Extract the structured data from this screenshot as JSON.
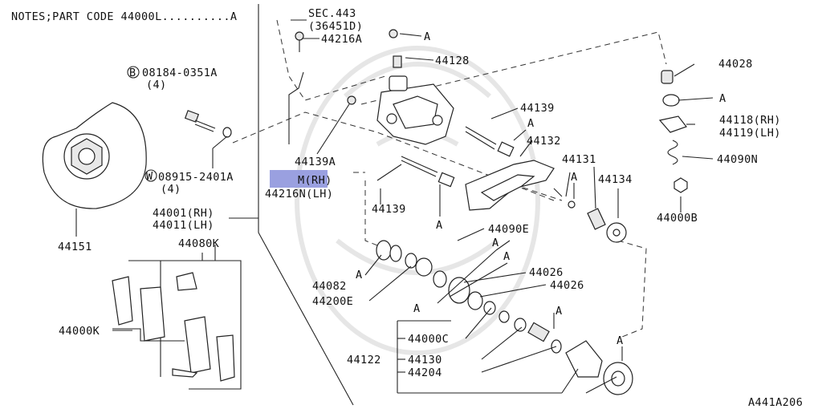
{
  "notes": "NOTES;PART CODE 44000L..........A",
  "figure_code": "A441A206",
  "labels": {
    "sec443": "SEC.443",
    "sec443_sub": "(36451D)",
    "p44216A": "44216A",
    "p44128": "44128",
    "p44028": "44028",
    "p08184": "08184-0351A",
    "p08184_qty": "(4)",
    "p44139_top": "44139",
    "p44132": "44132",
    "p44131": "44131",
    "p44134": "44134",
    "p44118": "44118(RH)",
    "p44119": "44119(LH)",
    "p44090N": "44090N",
    "p44000B": "44000B",
    "p44139A": "44139A",
    "p08915": "08915-2401A",
    "p08915_qty": "(4)",
    "p44216M_suffix": "M(RH)",
    "p44216N": "44216N(LH)",
    "p44139_mid": "44139",
    "p44001": "44001(RH)",
    "p44011": "44011(LH)",
    "p44151": "44151",
    "p44080K": "44080K",
    "p44000K": "44000K",
    "p44090E": "44090E",
    "p44082": "44082",
    "p44200E": "44200E",
    "p44026a": "44026",
    "p44026b": "44026",
    "p44000C": "44000C",
    "p44122": "44122",
    "p44130": "44130",
    "p44204": "44204",
    "circle_B": "B",
    "circle_W": "W",
    "A": "A"
  },
  "colors": {
    "line": "#222222",
    "redaction": "#9aa0e0"
  }
}
